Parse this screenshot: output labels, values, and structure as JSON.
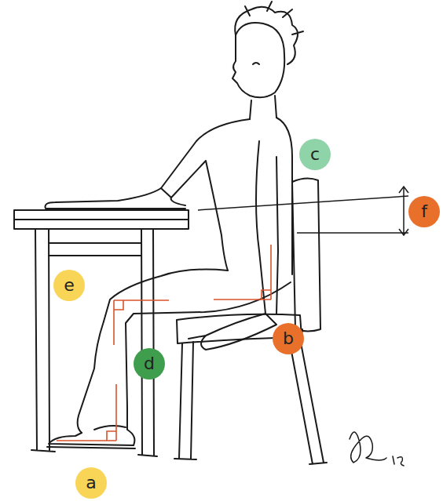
{
  "diagram": {
    "nodes": [
      {
        "text": [
          "c"
        ]
      },
      {
        "text": [
          "f"
        ]
      },
      {
        "text": [
          "e"
        ]
      },
      {
        "text": [
          "b"
        ]
      },
      {
        "text": [
          "d"
        ]
      },
      {
        "text": [
          "a"
        ]
      }
    ]
  }
}
